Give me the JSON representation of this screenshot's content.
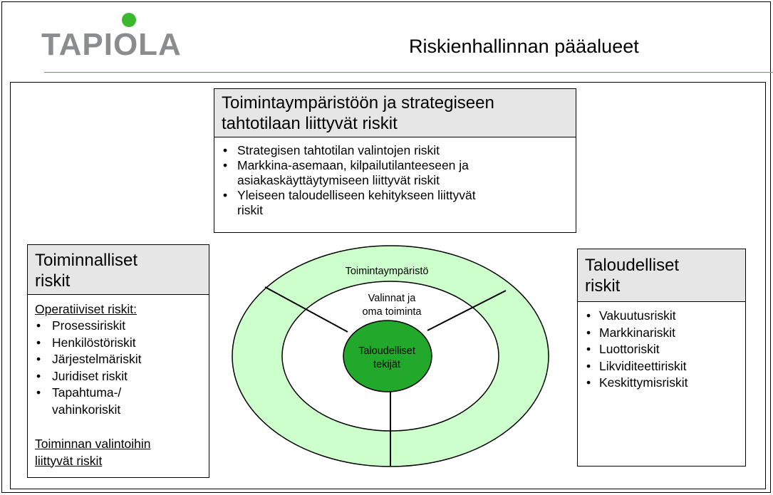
{
  "brand": {
    "logo_text": "TAPIOLA",
    "colors": {
      "logo_gray": "#8a8c8e",
      "logo_green": "#3cb82e",
      "header_fill": "#e6e6e6",
      "outer_ring": "#ccffcc",
      "core": "#22a82a"
    }
  },
  "header": {
    "title": "Riskienhallinnan pääalueet"
  },
  "top_box": {
    "title_line1": "Toimintaympäristöön ja strategiseen",
    "title_line2": "tahtotilaan liittyvät riskit",
    "items": [
      {
        "line1": "Strategisen tahtotilan valintojen riskit"
      },
      {
        "line1": "Markkina-asemaan, kilpailutilanteeseen ja",
        "line2": "asiakaskäyttäytymiseen liittyvät riskit"
      },
      {
        "line1": "Yleiseen taloudelliseen kehitykseen liittyvät",
        "line2": "riskit"
      }
    ]
  },
  "left_box": {
    "title_line1": "Toiminnalliset",
    "title_line2": "riskit",
    "subheading": "Operatiiviset riskit:",
    "items": [
      "Prosessiriskit",
      "Henkilöstöriskit",
      "Järjestelmäriskit",
      "Juridiset riskit",
      "Tapahtuma-/",
      "vahinkoriskit"
    ],
    "footer_line1": "Toiminnan valintoihin",
    "footer_line2": "liittyvät riskit"
  },
  "right_box": {
    "title_line1": "Taloudelliset",
    "title_line2": "riskit",
    "items": [
      "Vakuutusriskit",
      "Markkinariskit",
      "Luottoriskit",
      "Likviditeettiriskit",
      "Keskittymisriskit"
    ]
  },
  "diagram": {
    "outer_label": "Toimintaympäristö",
    "middle_label_line1": "Valinnat ja",
    "middle_label_line2": "oma toiminta",
    "core_label_line1": "Taloudelliset",
    "core_label_line2": "tekijät"
  }
}
